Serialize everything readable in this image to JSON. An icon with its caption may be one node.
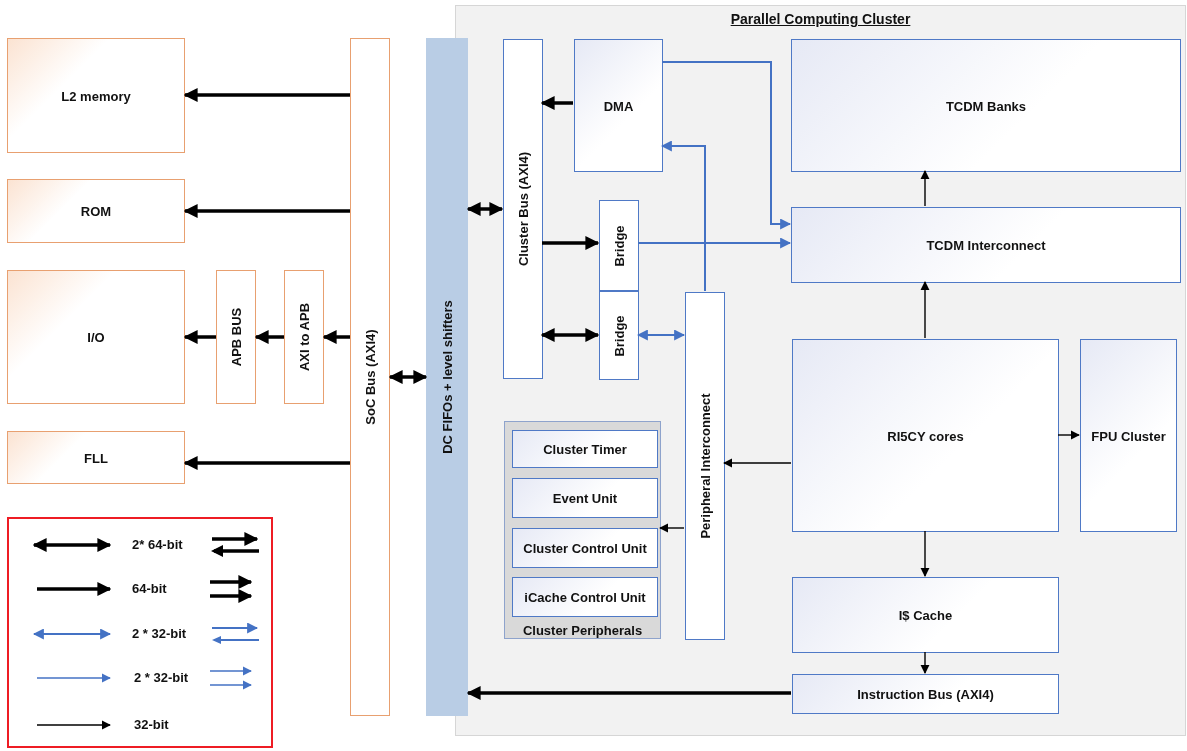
{
  "diagram": {
    "nodes": [
      {
        "text": [
          "L2 memory"
        ]
      },
      {
        "text": [
          "ROM"
        ]
      },
      {
        "text": [
          "I/O"
        ]
      },
      {
        "text": [
          "FLL"
        ]
      },
      {
        "text": [
          "APB BUS"
        ]
      },
      {
        "text": [
          "AXI to APB"
        ]
      },
      {
        "text": [
          "SoC Bus (AXI4)"
        ]
      },
      {
        "text": [
          "DC FIFOs + level shifters"
        ]
      },
      {
        "text": [
          "Parallel Computing Cluster"
        ]
      },
      {
        "text": [
          "Cluster Bus (AXI4)"
        ],
        "in": 8
      },
      {
        "text": [
          "DMA"
        ],
        "in": 8
      },
      {
        "text": [
          "TCDM Banks"
        ],
        "in": 8
      },
      {
        "text": [
          "TCDM Interconnect"
        ],
        "in": 8
      },
      {
        "text": [
          "Bridge"
        ],
        "in": 8
      },
      {
        "text": [
          "Bridge"
        ],
        "in": 8
      },
      {
        "text": [
          "Peripheral Interconnect"
        ],
        "in": 8
      },
      {
        "text": [
          "Cluster Peripherals"
        ],
        "in": 8
      },
      {
        "text": [
          "Cluster Timer"
        ],
        "in": 16
      },
      {
        "text": [
          "Event Unit"
        ],
        "in": 16
      },
      {
        "text": [
          "Cluster Control Unit"
        ],
        "in": 16
      },
      {
        "text": [
          "iCache Control Unit"
        ],
        "in": 16
      },
      {
        "text": [
          "RI5CY cores"
        ],
        "in": 8
      },
      {
        "text": [
          "FPU Cluster"
        ],
        "in": 8
      },
      {
        "text": [
          "I$ Cache"
        ],
        "in": 8
      },
      {
        "text": [
          "Instruction Bus (AXI4)"
        ],
        "in": 8
      }
    ],
    "edges": [
      {
        "from": 6,
        "to": 0,
        "arrow": "to"
      },
      {
        "from": 6,
        "to": 1,
        "arrow": "to"
      },
      {
        "from": 6,
        "to": 5,
        "arrow": "to"
      },
      {
        "from": 5,
        "to": 4,
        "arrow": "to"
      },
      {
        "from": 4,
        "to": 2,
        "arrow": "to"
      },
      {
        "from": 6,
        "to": 3,
        "arrow": "to"
      },
      {
        "from": 6,
        "to": 7,
        "arrow": "both"
      },
      {
        "from": 7,
        "to": 9,
        "arrow": "both"
      },
      {
        "from": 10,
        "to": 9,
        "arrow": "to"
      },
      {
        "from": 9,
        "to": 13,
        "arrow": "to"
      },
      {
        "from": 9,
        "to": 14,
        "arrow": "both"
      },
      {
        "from": 10,
        "to": 12,
        "arrow": "to",
        "color": "#4472c4"
      },
      {
        "from": 13,
        "to": 12,
        "arrow": "to",
        "color": "#4472c4"
      },
      {
        "from": 15,
        "to": 10,
        "arrow": "to",
        "color": "#4472c4"
      },
      {
        "from": 14,
        "to": 15,
        "arrow": "both",
        "color": "#4472c4"
      },
      {
        "from": 21,
        "to": 15,
        "arrow": "to"
      },
      {
        "from": 15,
        "to": 16,
        "arrow": "to"
      },
      {
        "from": 12,
        "to": 11,
        "arrow": "to"
      },
      {
        "from": 21,
        "to": 12,
        "arrow": "to"
      },
      {
        "from": 21,
        "to": 22,
        "arrow": "to"
      },
      {
        "from": 21,
        "to": 23,
        "arrow": "to"
      },
      {
        "from": 23,
        "to": 24,
        "arrow": "to"
      },
      {
        "from": 24,
        "to": 7,
        "arrow": "to"
      }
    ],
    "legend": [
      {
        "text": "2* 64-bit"
      },
      {
        "text": "64-bit"
      },
      {
        "text": "2 * 32-bit"
      },
      {
        "text": "2 * 32-bit"
      },
      {
        "text": "32-bit"
      }
    ]
  }
}
